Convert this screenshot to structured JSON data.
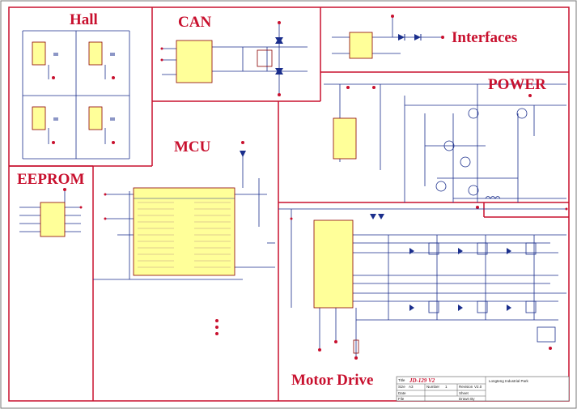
{
  "sections": {
    "hall": "Hall",
    "can": "CAN",
    "interfaces": "Interfaces",
    "power": "POWER",
    "mcu": "MCU",
    "eeprom": "EEPROM",
    "motor_drive": "Motor Drive"
  },
  "title_block": {
    "title": "JD-129 V2",
    "size_label": "Size",
    "size_value": "A3",
    "number_label": "Number",
    "number_value": "1",
    "revision_label": "Revision",
    "revision_value": "V2.0",
    "date_label": "Date",
    "sheet_label": "Sheet",
    "file_label": "File",
    "drawn_label": "Drawn By",
    "company": "Longteng Industrial Park"
  },
  "colors": {
    "border": "#c8102e",
    "wire": "#1a2e8c",
    "component": "#ffff99",
    "component_outline": "#8b0000",
    "label": "#c8102e"
  }
}
